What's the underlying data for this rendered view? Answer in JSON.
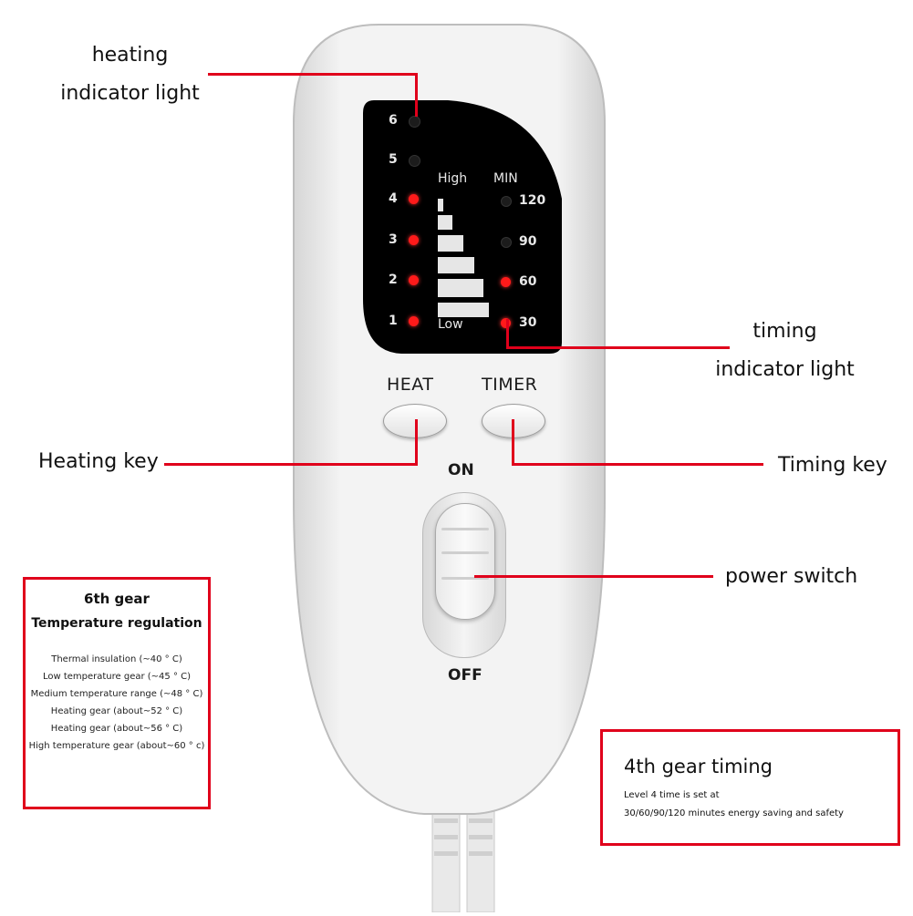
{
  "callouts": {
    "heating_indicator": [
      "heating",
      "indicator light"
    ],
    "timing_indicator": [
      "timing",
      "indicator light"
    ],
    "heating_key": "Heating key",
    "timing_key": "Timing key",
    "power_switch": "power switch"
  },
  "remote": {
    "heat_levels": [
      {
        "label": "6",
        "lit": false
      },
      {
        "label": "5",
        "lit": false
      },
      {
        "label": "4",
        "lit": true
      },
      {
        "label": "3",
        "lit": true
      },
      {
        "label": "2",
        "lit": true
      },
      {
        "label": "1",
        "lit": true
      }
    ],
    "high_label": "High",
    "low_label": "Low",
    "min_label": "MIN",
    "timer_levels": [
      {
        "label": "120",
        "lit": false
      },
      {
        "label": "90",
        "lit": false
      },
      {
        "label": "60",
        "lit": true
      },
      {
        "label": "30",
        "lit": true
      }
    ],
    "heat_button": "HEAT",
    "timer_button": "TIMER",
    "on_label": "ON",
    "off_label": "OFF"
  },
  "gear_box": {
    "title_line1": "6th gear",
    "title_line2": "Temperature regulation",
    "items": [
      "Thermal insulation (~40 ° C)",
      "Low temperature gear (~45 ° C)",
      "Medium temperature range (~48 ° C)",
      "Heating gear (about~52 ° C)",
      "Heating gear (about~56 ° C)",
      "High temperature gear (about~60 ° c)"
    ]
  },
  "timing_box": {
    "title": "4th gear timing",
    "line1": "Level 4 time is set at",
    "line2": "30/60/90/120 minutes energy saving and safety"
  },
  "colors": {
    "accent_red": "#e0001b",
    "led_on": "#ff1a1a",
    "led_off": "#1a1a1a",
    "panel": "#000000"
  }
}
